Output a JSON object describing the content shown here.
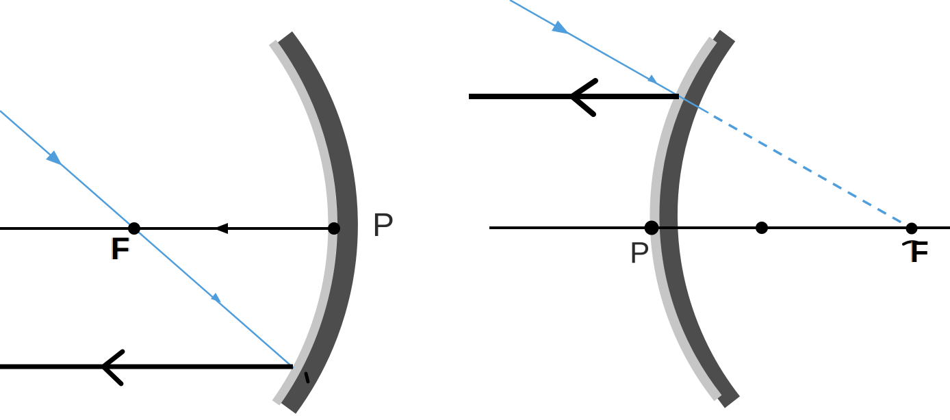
{
  "diagram": {
    "kind": "mirror-ray-diagram",
    "left_panel": {
      "mirror_type": "concave",
      "labels": {
        "focus": "F",
        "pole": "P"
      }
    },
    "right_panel": {
      "mirror_type": "convex",
      "labels": {
        "pole": "P",
        "focus": "F"
      }
    },
    "colors": {
      "ray": "#4f9edb",
      "ray_dashed": "#5ba6e0",
      "mirror_back": "#4d4d4d",
      "mirror_surface": "#c6c6c6",
      "ink": "#000000"
    }
  }
}
